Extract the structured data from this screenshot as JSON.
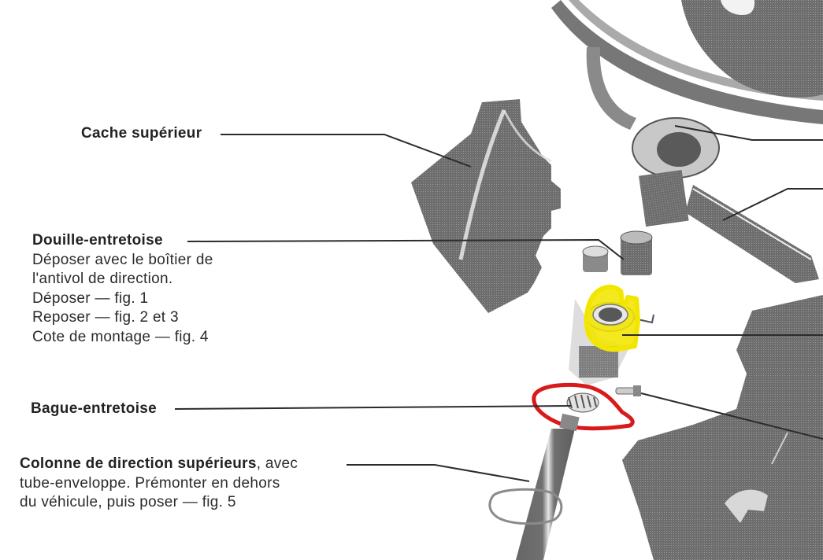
{
  "document": {
    "type": "exploded parts diagram (steering column)",
    "colors": {
      "ink": "#2b2b2b",
      "part_shade": "#6a6a6a",
      "highlight_yellow": "#f2e600",
      "annotation_red": "#d81a1a",
      "annotation_gray": "#8a8a8a"
    },
    "labels": [
      {
        "id": "cache-superieur",
        "title": "Cache supérieur",
        "lines": []
      },
      {
        "id": "douille-entretoise",
        "title": "Douille-entretoise",
        "lines": [
          "Déposer avec le boîtier de",
          "l'antivol de direction.",
          "Déposer — fig. 1",
          "Reposer — fig. 2 et 3",
          "Cote de montage — fig. 4"
        ]
      },
      {
        "id": "bague-entretoise",
        "title": "Bague-entretoise",
        "lines": []
      },
      {
        "id": "colonne-direction",
        "title": "Colonne de direction supérieurs",
        "title_suffix": ", avec",
        "lines": [
          "tube-enveloppe. Prémonter en dehors",
          "du véhicule, puis poser — fig. 5"
        ]
      }
    ],
    "annotations": [
      {
        "type": "highlight",
        "color": "yellow",
        "target": "steering lock bearing ring"
      },
      {
        "type": "freehand-loop",
        "color": "red",
        "target": "Bague-entretoise"
      },
      {
        "type": "freehand-loop",
        "color": "gray",
        "target": "steering column tube collar"
      }
    ]
  }
}
